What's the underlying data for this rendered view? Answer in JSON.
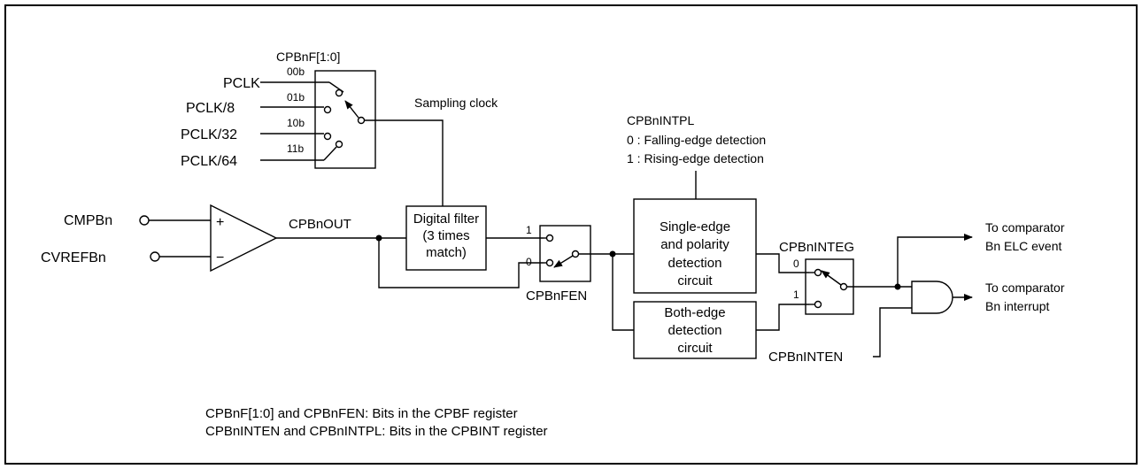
{
  "inputs": {
    "pclk": "PCLK",
    "pclk8": "PCLK/8",
    "pclk32": "PCLK/32",
    "pclk64": "PCLK/64",
    "cmpb": "CMPBn",
    "cvref": "CVREFBn"
  },
  "mux_select": {
    "label": "CPBnF[1:0]",
    "codes": [
      "00b",
      "01b",
      "10b",
      "11b"
    ]
  },
  "sampling_clock": "Sampling clock",
  "comparator": {
    "plus": "+",
    "minus": "−",
    "output": "CPBnOUT"
  },
  "digital_filter": {
    "line1": "Digital filter",
    "line2": "(3 times",
    "line3": "match)"
  },
  "filter_switch": {
    "label": "CPBnFEN",
    "one": "1",
    "zero": "0"
  },
  "polarity_note": {
    "title": "CPBnINTPL",
    "line0": "0 : Falling-edge detection",
    "line1": "1 : Rising-edge detection"
  },
  "single_edge": {
    "line1": "Single-edge",
    "line2": "and polarity",
    "line3": "detection",
    "line4": "circuit"
  },
  "both_edge": {
    "line1": "Both-edge",
    "line2": "detection",
    "line3": "circuit"
  },
  "edge_switch": {
    "label": "CPBnINTEG",
    "zero": "0",
    "one": "1"
  },
  "interrupt_enable": "CPBnINTEN",
  "outputs": {
    "elc_line1": "To comparator",
    "elc_line2": "Bn ELC event",
    "irq_line1": "To comparator",
    "irq_line2": "Bn interrupt"
  },
  "notes": {
    "line1": "CPBnF[1:0] and CPBnFEN: Bits in the CPBF register",
    "line2": "CPBnINTEN and CPBnINTPL: Bits in the CPBINT register"
  }
}
